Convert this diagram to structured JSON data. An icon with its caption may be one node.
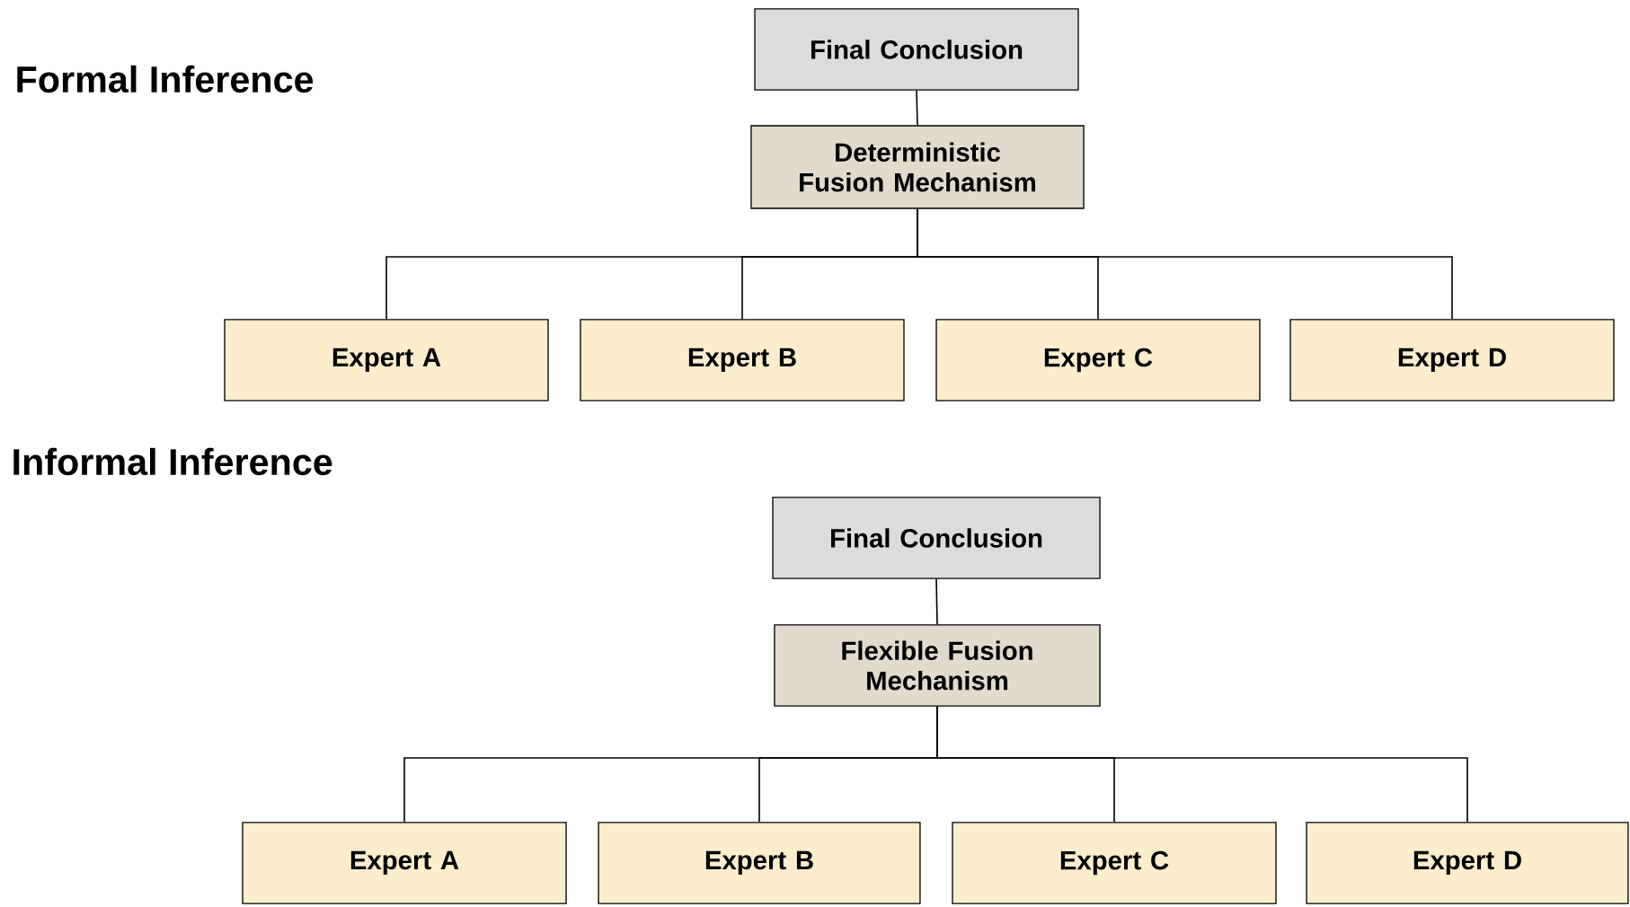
{
  "diagram": {
    "nodes": [
      {
        "text": [
          "Final Conclusion"
        ]
      },
      {
        "text": [
          "Deterministic Fusion Mechanism"
        ]
      },
      {
        "text": [
          "Expert A"
        ]
      },
      {
        "text": [
          "Expert B"
        ]
      },
      {
        "text": [
          "Expert C"
        ]
      },
      {
        "text": [
          "Expert D"
        ]
      },
      {
        "text": [
          "Final Conclusion"
        ]
      },
      {
        "text": [
          "Flexible Fusion Mechanism"
        ]
      },
      {
        "text": [
          "Expert A"
        ]
      },
      {
        "text": [
          "Expert B"
        ]
      },
      {
        "text": [
          "Expert C"
        ]
      },
      {
        "text": [
          "Expert D"
        ]
      }
    ],
    "edges": [
      {
        "from": 1,
        "to": 0,
        "arrow": "none"
      },
      {
        "from": 1,
        "to": 2,
        "arrow": "none"
      },
      {
        "from": 1,
        "to": 3,
        "arrow": "none"
      },
      {
        "from": 1,
        "to": 4,
        "arrow": "none"
      },
      {
        "from": 1,
        "to": 5,
        "arrow": "none"
      },
      {
        "from": 7,
        "to": 6,
        "arrow": "none"
      },
      {
        "from": 7,
        "to": 8,
        "arrow": "none"
      },
      {
        "from": 7,
        "to": 9,
        "arrow": "none"
      },
      {
        "from": 7,
        "to": 10,
        "arrow": "none"
      },
      {
        "from": 7,
        "to": 11,
        "arrow": "none"
      }
    ],
    "labels": [
      "Formal Inference",
      "Informal Inference"
    ]
  }
}
